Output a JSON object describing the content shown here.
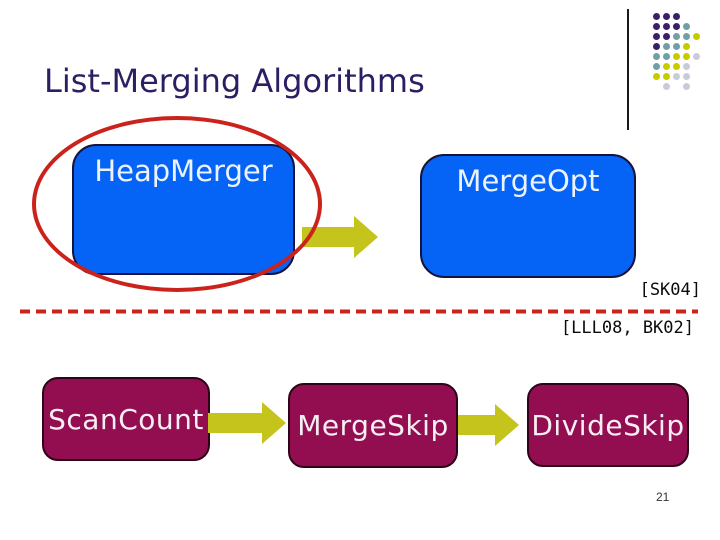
{
  "slide": {
    "title": "List-Merging Algorithms",
    "page_number": "21"
  },
  "diagram": {
    "top_row": {
      "heap_merger_label": "HeapMerger",
      "merge_opt_label": "MergeOpt",
      "citation": "[SK04]"
    },
    "bottom_row": {
      "scan_count_label": "ScanCount",
      "merge_skip_label": "MergeSkip",
      "divide_skip_label": "DivideSkip",
      "citation": "[LLL08, BK02]"
    }
  },
  "logo": {
    "pattern": [
      [
        "p",
        "p",
        "p",
        null,
        null
      ],
      [
        "p",
        "p",
        "p",
        "t",
        null
      ],
      [
        "p",
        "p",
        "t",
        "t",
        "y"
      ],
      [
        "p",
        "t",
        "t",
        "y",
        null
      ],
      [
        "t",
        "t",
        "y",
        "y",
        "g"
      ],
      [
        "t",
        "y",
        "y",
        "g",
        null
      ],
      [
        "y",
        "y",
        "g",
        "g",
        null
      ],
      [
        null,
        "g",
        null,
        "g",
        null
      ]
    ]
  },
  "colors": {
    "title_text": "#2D1E63",
    "box_blue": "#0563F5",
    "box_blue_border": "#14143C",
    "box_text_blue": "#EAF3FE",
    "box_magenta": "#930E51",
    "box_magenta_border": "#2E0418",
    "box_text_magenta": "#F7EEF3",
    "arrow_yellow": "#C4C41C",
    "annotation_red": "#CB221B",
    "citation_text": "#0B0B0B",
    "dot_purple": "#3A2068",
    "dot_teal": "#6FA0A6",
    "dot_yellow": "#C6CB00",
    "dot_gray": "#C9CCD8",
    "logo_line": "#1A1A1A",
    "page_number_text": "#333333"
  }
}
